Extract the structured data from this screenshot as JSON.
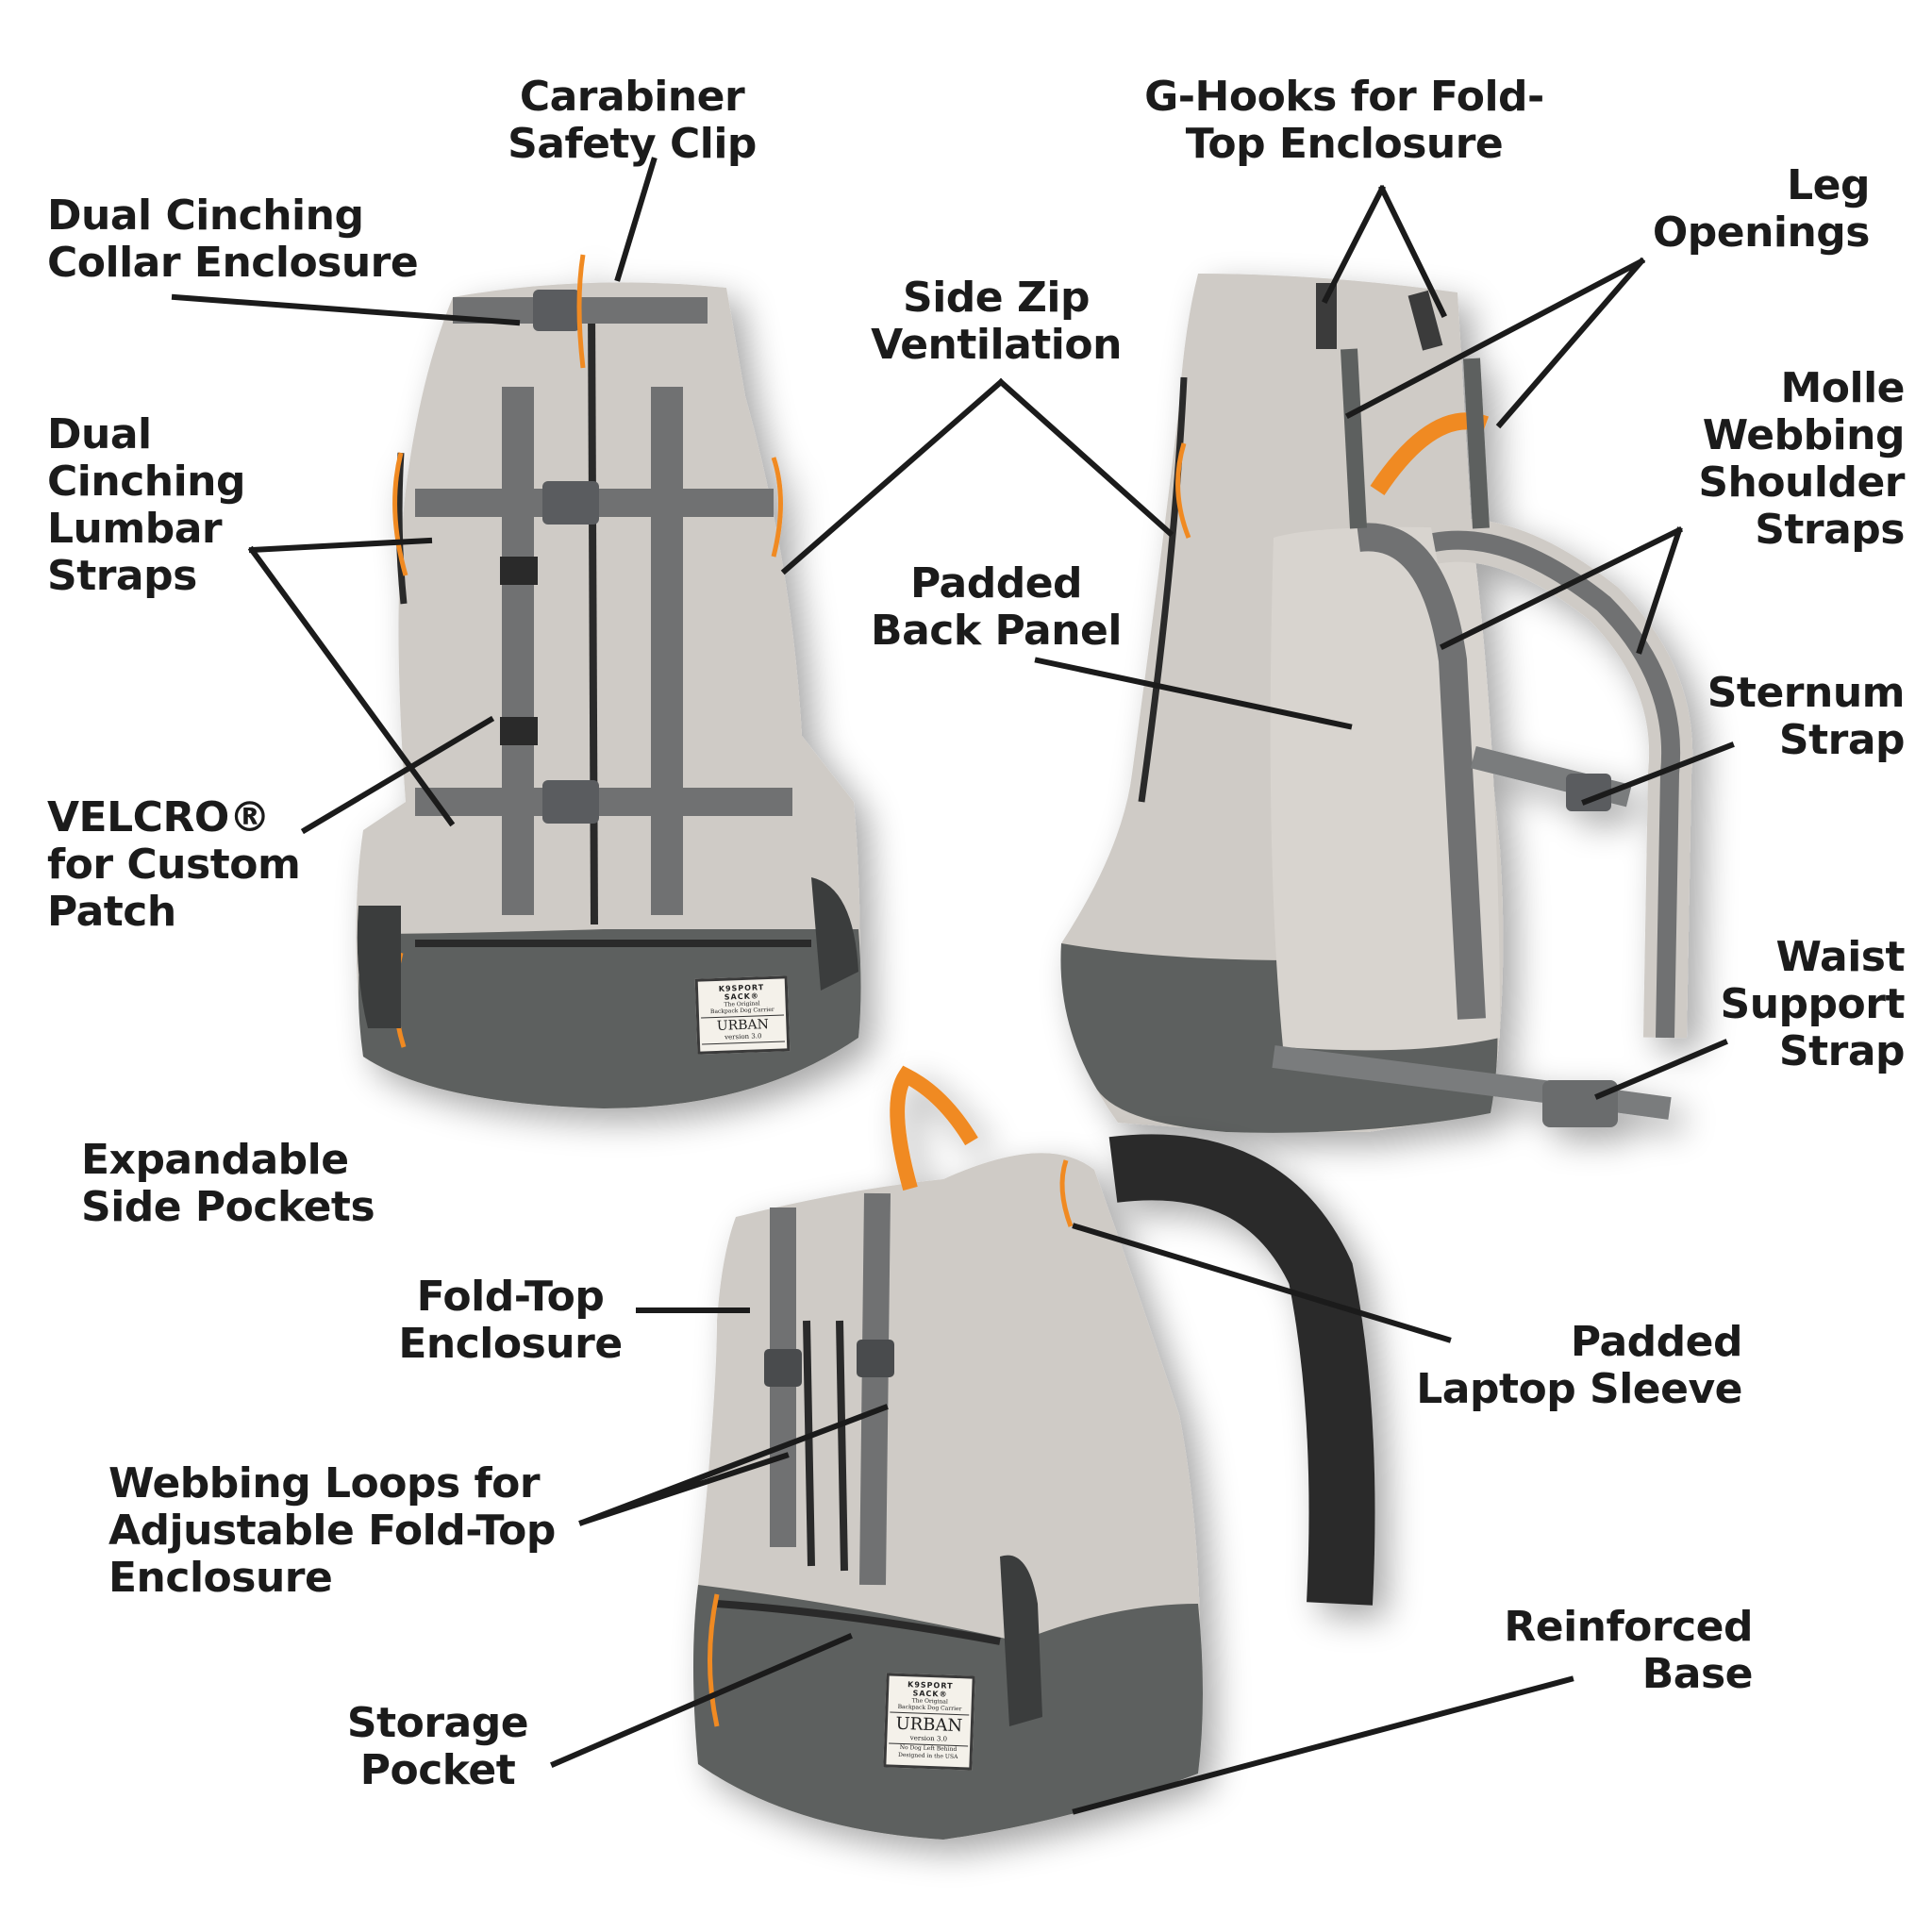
{
  "colors": {
    "background": "#ffffff",
    "text": "#1b1b1b",
    "leader_line": "#1b1b1b",
    "bag_body": "#cfcbc6",
    "bag_base": "#5d605e",
    "webbing": "#6f7172",
    "accent_orange": "#f08a24",
    "zipper": "#2a2a2a",
    "shoulder_pad": "#2b2b2b"
  },
  "callouts": {
    "carabiner": "Carabiner\nSafety Clip",
    "collar": "Dual Cinching\nCollar Enclosure",
    "ghooks": "G-Hooks for Fold-\nTop Enclosure",
    "leg_openings": "Leg\nOpenings",
    "side_zip": "Side Zip\nVentilation",
    "lumbar": "Dual\nCinching\nLumbar\nStraps",
    "molle": "Molle\nWebbing\nShoulder\nStraps",
    "back_panel": "Padded\nBack Panel",
    "sternum": "Sternum\nStrap",
    "velcro": "VELCRO®\nfor Custom\nPatch",
    "waist": "Waist\nSupport\nStrap",
    "side_pockets": "Expandable\nSide Pockets",
    "fold_top": "Fold-Top\nEnclosure",
    "laptop": "Padded\nLaptop Sleeve",
    "webbing_loops": "Webbing Loops for\nAdjustable Fold-Top\nEnclosure",
    "reinforced_base": "Reinforced\nBase",
    "storage_pocket": "Storage\nPocket"
  },
  "patch": {
    "brand": "K9SPORT SACK®",
    "tagline": "The Original\nBackpack Dog Carrier",
    "model": "URBAN",
    "version": "version 3.0",
    "footer": "No Dog Left Behind\nDesigned in the USA"
  },
  "views": [
    {
      "name": "front-view"
    },
    {
      "name": "side-back-view"
    },
    {
      "name": "fold-top-view"
    }
  ]
}
